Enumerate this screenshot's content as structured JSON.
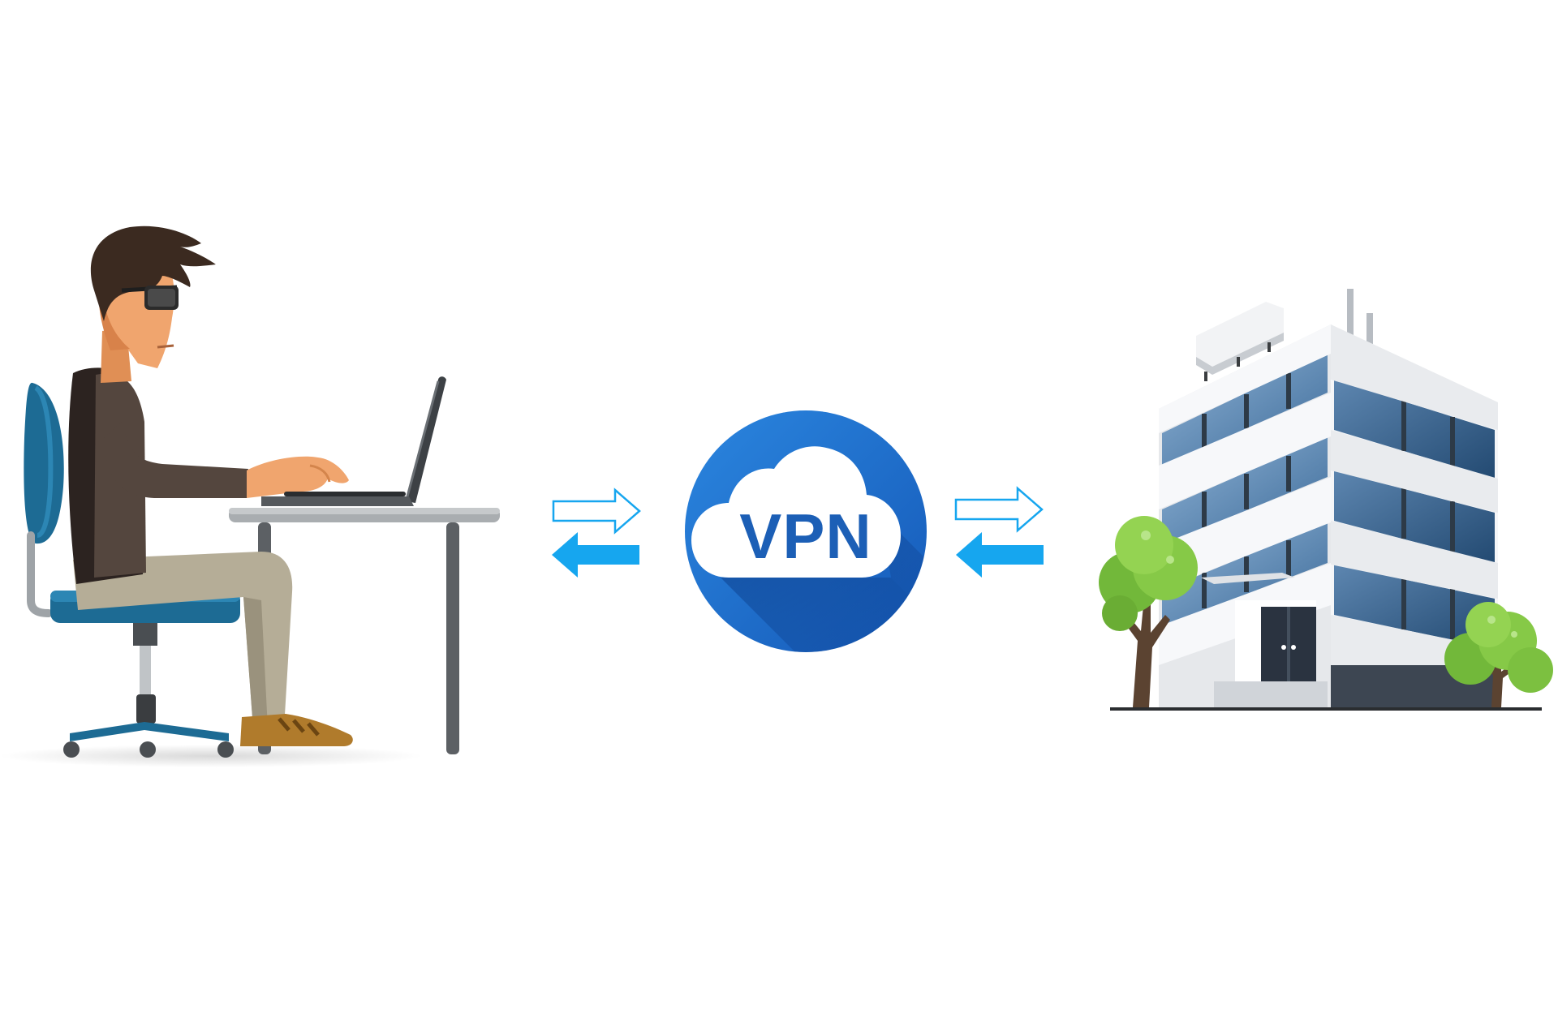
{
  "diagram": {
    "center_node": {
      "label": "VPN",
      "icon": "cloud-icon"
    },
    "left_node": {
      "icon": "person-at-laptop-icon"
    },
    "right_node": {
      "icon": "office-building-icon"
    },
    "connections": [
      {
        "icon": "bidirectional-arrows-icon",
        "between": [
          "left_node",
          "center_node"
        ]
      },
      {
        "icon": "bidirectional-arrows-icon",
        "between": [
          "center_node",
          "right_node"
        ]
      }
    ],
    "colors": {
      "accent_blue": "#1c8ee0",
      "vpn_circle": "#1f74d0",
      "vpn_text": "#1c5fb6",
      "arrow_cyan": "#16a6ef"
    }
  }
}
